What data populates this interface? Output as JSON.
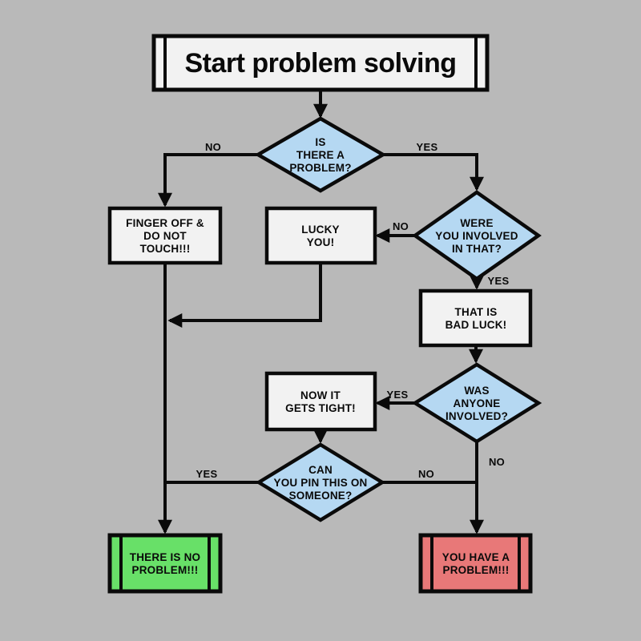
{
  "colors": {
    "background": "#b9b9b9",
    "node_fill": "#f2f2f2",
    "decision_fill": "#b5d8f2",
    "success_fill": "#68e068",
    "danger_fill": "#e87878",
    "stroke": "#0a0a0a"
  },
  "title": {
    "text": "Start problem solving"
  },
  "nodes": {
    "is_there_a_problem": {
      "line1": "IS",
      "line2": "THERE A",
      "line3": "PROBLEM?"
    },
    "finger_off": {
      "line1": "FINGER OFF &",
      "line2": "DO NOT",
      "line3": "TOUCH!!!"
    },
    "lucky_you": {
      "line1": "LUCKY",
      "line2": "YOU!"
    },
    "were_you_involved": {
      "line1": "WERE",
      "line2": "YOU INVOLVED",
      "line3": "IN THAT?"
    },
    "that_is_bad_luck": {
      "line1": "THAT IS",
      "line2": "BAD LUCK!"
    },
    "was_anyone_involved": {
      "line1": "WAS",
      "line2": "ANYONE",
      "line3": "INVOLVED?"
    },
    "now_it_gets_tight": {
      "line1": "NOW IT",
      "line2": "GETS TIGHT!"
    },
    "can_you_pin": {
      "line1": "CAN",
      "line2": "YOU PIN THIS ON",
      "line3": "SOMEONE?"
    },
    "there_is_no_problem": {
      "line1": "THERE IS NO",
      "line2": "PROBLEM!!!"
    },
    "you_have_a_problem": {
      "line1": "YOU HAVE A",
      "line2": "PROBLEM!!!"
    }
  },
  "edges": {
    "problem_no": {
      "label": "NO"
    },
    "problem_yes": {
      "label": "YES"
    },
    "involved_no": {
      "label": "NO"
    },
    "involved_yes": {
      "label": "YES"
    },
    "anyone_yes": {
      "label": "YES"
    },
    "anyone_no": {
      "label": "NO"
    },
    "pin_yes": {
      "label": "YES"
    },
    "pin_no": {
      "label": "NO"
    }
  }
}
